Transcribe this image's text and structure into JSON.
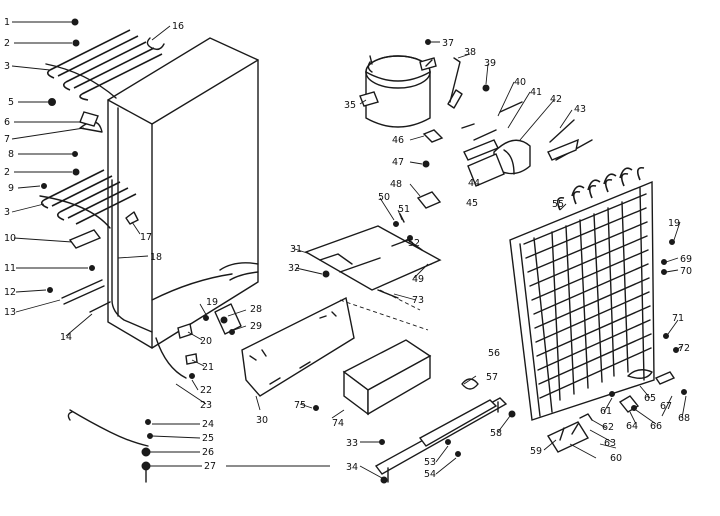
{
  "part_numbers": [
    "1",
    "2",
    "3",
    "5",
    "6",
    "7",
    "8",
    "2",
    "9",
    "3",
    "10",
    "11",
    "12",
    "13",
    "14",
    "16",
    "17",
    "18",
    "19",
    "20",
    "21",
    "22",
    "23",
    "24",
    "25",
    "26",
    "27",
    "28",
    "29",
    "30",
    "31",
    "32",
    "33",
    "34",
    "35",
    "37",
    "38",
    "39",
    "40",
    "41",
    "42",
    "43",
    "44",
    "45",
    "46",
    "47",
    "48",
    "49",
    "50",
    "51",
    "52",
    "53",
    "54",
    "55",
    "56",
    "57",
    "58",
    "59",
    "60",
    "61",
    "62",
    "63",
    "64",
    "65",
    "66",
    "67",
    "68",
    "69",
    "70",
    "71",
    "72",
    "73",
    "74",
    "75",
    "19"
  ]
}
